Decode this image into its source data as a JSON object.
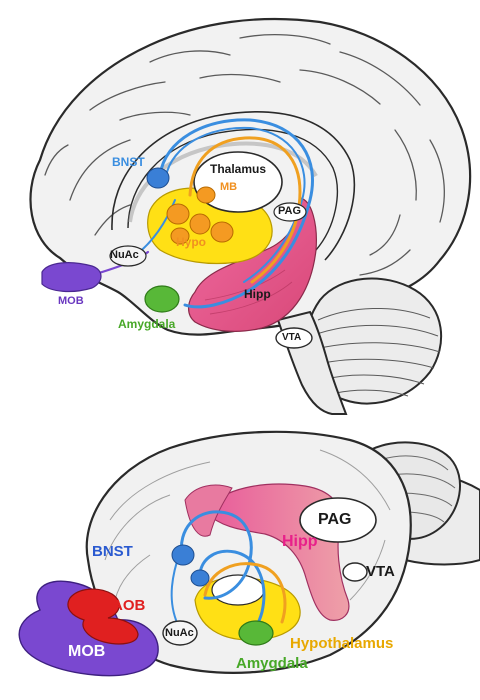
{
  "top_diagram": {
    "labels": {
      "bnst": "BNST",
      "thalamus": "Thalamus",
      "mb": "MB",
      "pag": "PAG",
      "hypo": "Hypo",
      "nuac": "NuAc",
      "mob": "MOB",
      "hipp": "Hipp",
      "amygdala": "Amygdala",
      "vta": "VTA"
    }
  },
  "bottom_diagram": {
    "labels": {
      "pag": "PAG",
      "hipp": "Hipp",
      "bnst": "BNST",
      "vta": "VTA",
      "aob": "AOB",
      "nuac": "NuAc",
      "mob": "MOB",
      "hypothalamus": "Hypothalamus",
      "amygdala": "Amygdala"
    }
  },
  "colors": {
    "bnst": "#3a7fd6",
    "thalamus": "#ffffff",
    "mb": "#f09020",
    "hypo": "#ffe015",
    "hipp": "#e8508a",
    "amygdala": "#58b838",
    "mob": "#7a48d0",
    "aob": "#e02020",
    "tract": "#3a8ee0",
    "brain_fill": "#f4f4f4",
    "outline": "#2a2a2a"
  }
}
